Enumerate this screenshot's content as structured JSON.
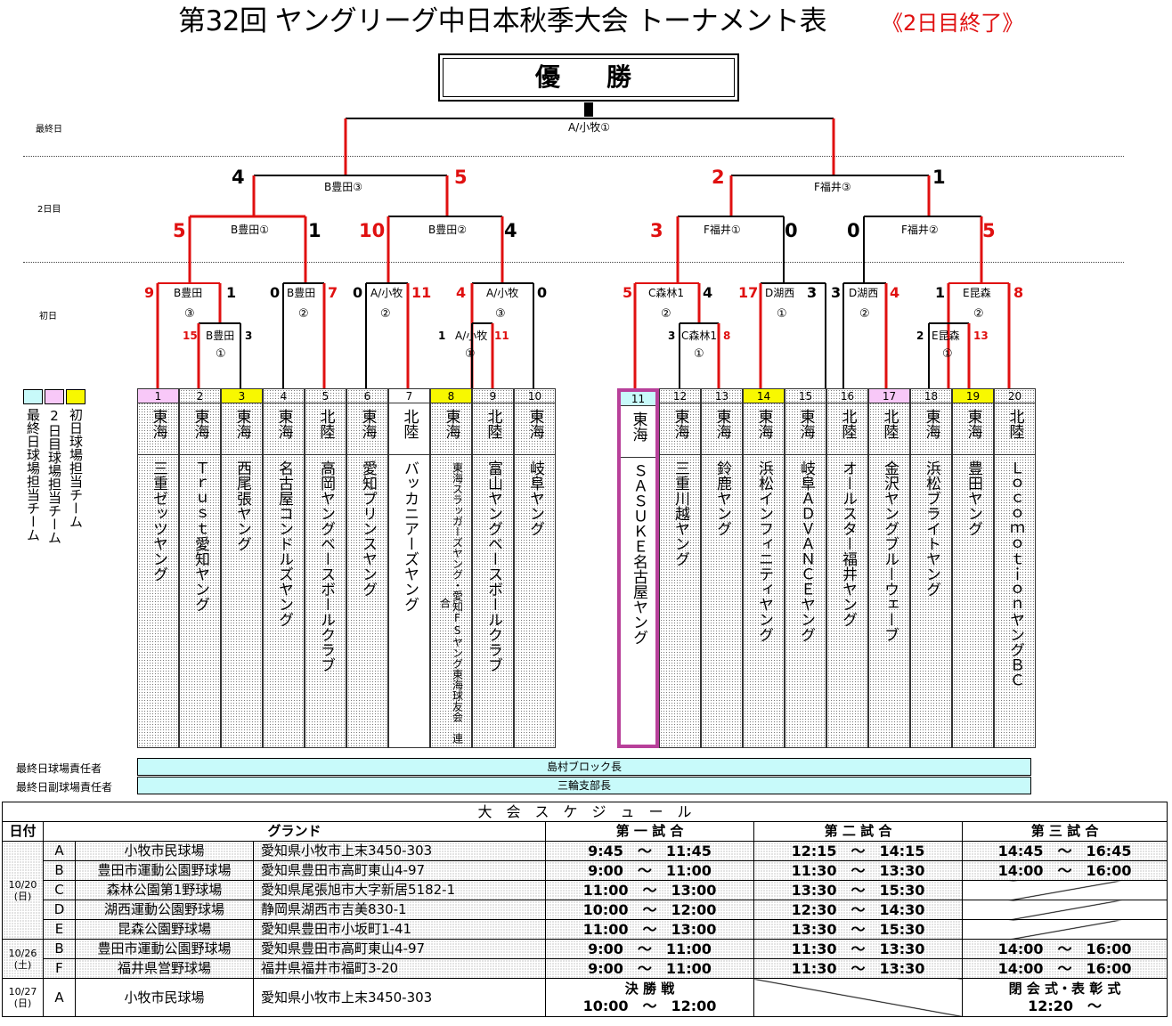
{
  "title": "第32回 ヤングリーグ中日本秋季大会 トーナメント表",
  "title_status": "《2日目終了》",
  "champion_label": "優　勝",
  "day_labels": {
    "final": "最終日",
    "day2": "2日目",
    "day1": "初日"
  },
  "colors": {
    "win_line": "#e01010",
    "lose_line": "#000000",
    "legend_final": "#c8fafa",
    "legend_day2": "#f8c8f8",
    "legend_day1": "#f8f800",
    "highlight_border": "#b8409a"
  },
  "bracket": {
    "final": {
      "venue": "A/小牧①"
    },
    "semis": [
      {
        "venue": "B豊田③",
        "left_score": "4",
        "right_score": "5"
      },
      {
        "venue": "F福井③",
        "left_score": "2",
        "right_score": "1"
      }
    ],
    "quarters": [
      {
        "venue": "B豊田①",
        "left_score": "5",
        "right_score": "1"
      },
      {
        "venue": "B豊田②",
        "left_score": "10",
        "right_score": "4"
      },
      {
        "venue": "F福井①",
        "left_score": "3",
        "right_score": "0"
      },
      {
        "venue": "F福井②",
        "left_score": "0",
        "right_score": "5"
      }
    ],
    "round1": [
      {
        "venue": "B豊田",
        "num": "③",
        "left_score": "9",
        "right_score": "1"
      },
      {
        "venue": "B豊田",
        "num": "②",
        "left_score": "0",
        "right_score": "7"
      },
      {
        "venue": "A/小牧",
        "num": "②",
        "left_score": "0",
        "right_score": "11"
      },
      {
        "venue": "A/小牧",
        "num": "③",
        "left_score": "4",
        "right_score": "0"
      },
      {
        "venue": "C森林1",
        "num": "②",
        "left_score": "5",
        "right_score": "4"
      },
      {
        "venue": "D湖西",
        "num": "①",
        "left_score": "17",
        "right_score": "3"
      },
      {
        "venue": "D湖西",
        "num": "②",
        "left_score": "3",
        "right_score": "4"
      },
      {
        "venue": "E昆森",
        "num": "②",
        "left_score": "1",
        "right_score": "8"
      }
    ],
    "prelim": [
      {
        "venue": "B豊田",
        "num": "①",
        "left_score": "15",
        "right_score": "3"
      },
      {
        "venue": "A/小牧",
        "num": "①",
        "left_score": "1",
        "right_score": "11"
      },
      {
        "venue": "C森林1",
        "num": "①",
        "left_score": "3",
        "right_score": "8"
      },
      {
        "venue": "E昆森",
        "num": "①",
        "left_score": "2",
        "right_score": "13"
      }
    ]
  },
  "teams": [
    {
      "num": "1",
      "region": "東海",
      "name": "三重ゼッツヤング",
      "mark": "day2"
    },
    {
      "num": "2",
      "region": "東海",
      "name": "Ｔｒｕｓｔ愛知ヤング",
      "mark": ""
    },
    {
      "num": "3",
      "region": "東海",
      "name": "西尾張ヤング",
      "mark": "day1"
    },
    {
      "num": "4",
      "region": "東海",
      "name": "名古屋コンドルズヤング",
      "mark": ""
    },
    {
      "num": "5",
      "region": "北陸",
      "name": "高岡ヤングベースボールクラブ",
      "mark": ""
    },
    {
      "num": "6",
      "region": "東海",
      "name": "愛知プリンスヤング",
      "mark": ""
    },
    {
      "num": "7",
      "region": "北陸",
      "name": "バッカニアーズヤング",
      "mark": ""
    },
    {
      "num": "8",
      "region": "東海",
      "name": "東海スラッガーズヤング・愛知FSヤング東海球友会　連合",
      "mark": "day1"
    },
    {
      "num": "9",
      "region": "北陸",
      "name": "富山ヤングベースボールクラブ",
      "mark": ""
    },
    {
      "num": "10",
      "region": "東海",
      "name": "岐阜ヤング",
      "mark": ""
    },
    {
      "num": "11",
      "region": "東海",
      "name": "ＳＡＳＵＫＥ名古屋ヤング",
      "mark": "final"
    },
    {
      "num": "12",
      "region": "東海",
      "name": "三重川越ヤング",
      "mark": ""
    },
    {
      "num": "13",
      "region": "東海",
      "name": "鈴鹿ヤング",
      "mark": ""
    },
    {
      "num": "14",
      "region": "東海",
      "name": "浜松インフィニティヤング",
      "mark": "day1"
    },
    {
      "num": "15",
      "region": "東海",
      "name": "岐阜ＡＤＶＡＮＣＥヤング",
      "mark": ""
    },
    {
      "num": "16",
      "region": "北陸",
      "name": "オールスター福井ヤング",
      "mark": ""
    },
    {
      "num": "17",
      "region": "北陸",
      "name": "金沢ヤングブルーウェーブ",
      "mark": "day2"
    },
    {
      "num": "18",
      "region": "東海",
      "name": "浜松ブライトヤング",
      "mark": ""
    },
    {
      "num": "19",
      "region": "東海",
      "name": "豊田ヤング",
      "mark": "day1"
    },
    {
      "num": "20",
      "region": "北陸",
      "name": "ＬｏｃｏｍｏｔｉｏｎヤングＢＣ",
      "mark": ""
    }
  ],
  "legend": [
    "最終日球場担当チーム",
    "2日目球場担当チーム",
    "初日球場担当チーム"
  ],
  "responsible": [
    {
      "label": "最終日球場責任者",
      "value": "島村ブロック長"
    },
    {
      "label": "最終日副球場責任者",
      "value": "三輪支部長"
    }
  ],
  "schedule": {
    "title": "大　会　ス　ケ　ジ　ュ　ー　ル",
    "headers": {
      "date": "日付",
      "ground": "グランド",
      "g1": "第 一 試 合",
      "g2": "第 二 試 合",
      "g3": "第 三 試 合"
    },
    "groups": [
      {
        "date": "10/20\n(日)",
        "rows": [
          {
            "code": "A",
            "ground": "小牧市民球場",
            "address": "愛知県小牧市上末3450-303",
            "g1": "9:45　～　11:45",
            "g2": "12:15　～　14:15",
            "g3": "14:45　～　16:45"
          },
          {
            "code": "B",
            "ground": "豊田市運動公園野球場",
            "address": "愛知県豊田市高町東山4-97",
            "g1": "9:00　～　11:00",
            "g2": "11:30　～　13:30",
            "g3": "14:00　～　16:00"
          },
          {
            "code": "C",
            "ground": "森林公園第1野球場",
            "address": "愛知県尾張旭市大字新居5182-1",
            "g1": "11:00　～　13:00",
            "g2": "13:30　～　15:30",
            "g3": ""
          },
          {
            "code": "D",
            "ground": "湖西運動公園野球場",
            "address": "静岡県湖西市吉美830-1",
            "g1": "10:00　～　12:00",
            "g2": "12:30　～　14:30",
            "g3": ""
          },
          {
            "code": "E",
            "ground": "昆森公園野球場",
            "address": "愛知県豊田市小坂町1-41",
            "g1": "11:00　～　13:00",
            "g2": "13:30　～　15:30",
            "g3": ""
          }
        ]
      },
      {
        "date": "10/26\n(土)",
        "rows": [
          {
            "code": "B",
            "ground": "豊田市運動公園野球場",
            "address": "愛知県豊田市高町東山4-97",
            "g1": "9:00　～　11:00",
            "g2": "11:30　～　13:30",
            "g3": "14:00　～　16:00"
          },
          {
            "code": "F",
            "ground": "福井県営野球場",
            "address": "福井県福井市福町3-20",
            "g1": "9:00　～　11:00",
            "g2": "11:30　～　13:30",
            "g3": "14:00　～　16:00"
          }
        ]
      },
      {
        "date": "10/27\n(日)",
        "rows": [
          {
            "code": "A",
            "ground": "小牧市民球場",
            "address": "愛知県小牧市上末3450-303",
            "g1_title": "決 勝 戦",
            "g1": "10:00　～　12:00",
            "g2": "",
            "g3_title": "閉 会 式・表 彰 式",
            "g3": "12:20　～"
          }
        ]
      }
    ]
  }
}
